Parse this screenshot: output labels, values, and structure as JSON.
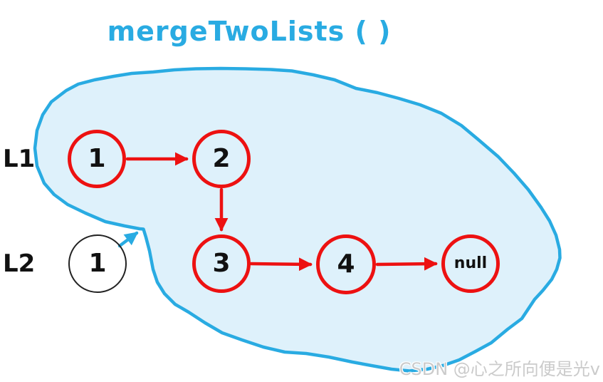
{
  "title": "mergeTwoLists ( )",
  "side_labels": {
    "l1": "L1",
    "l2": "L2"
  },
  "nodes": [
    {
      "id": "l1-node-1",
      "label": "1"
    },
    {
      "id": "l1-node-2",
      "label": "2"
    },
    {
      "id": "merged-node-3",
      "label": "3"
    },
    {
      "id": "merged-node-4",
      "label": "4"
    },
    {
      "id": "null-node",
      "label": "null"
    },
    {
      "id": "l2-node-1",
      "label": "1"
    }
  ],
  "arrows": [
    {
      "id": "arrow-1-to-2",
      "from": "l1-node-1",
      "to": "l1-node-2",
      "color": "red"
    },
    {
      "id": "arrow-2-to-3",
      "from": "l1-node-2",
      "to": "merged-node-3",
      "color": "red"
    },
    {
      "id": "arrow-3-to-4",
      "from": "merged-node-3",
      "to": "merged-node-4",
      "color": "red"
    },
    {
      "id": "arrow-4-to-null",
      "from": "merged-node-4",
      "to": "null-node",
      "color": "red"
    },
    {
      "id": "arrow-l2-to-merged-region",
      "from": "l2-node-1",
      "to": "merged-region-blob",
      "color": "cyan"
    }
  ],
  "colors": {
    "accent_cyan": "#29abe2",
    "node_red": "#ed1111",
    "blob_fill": "#def1fb",
    "text_black": "#111111",
    "watermark_gray": "#cbcbcb"
  },
  "watermark": "CSDN @心之所向便是光v"
}
